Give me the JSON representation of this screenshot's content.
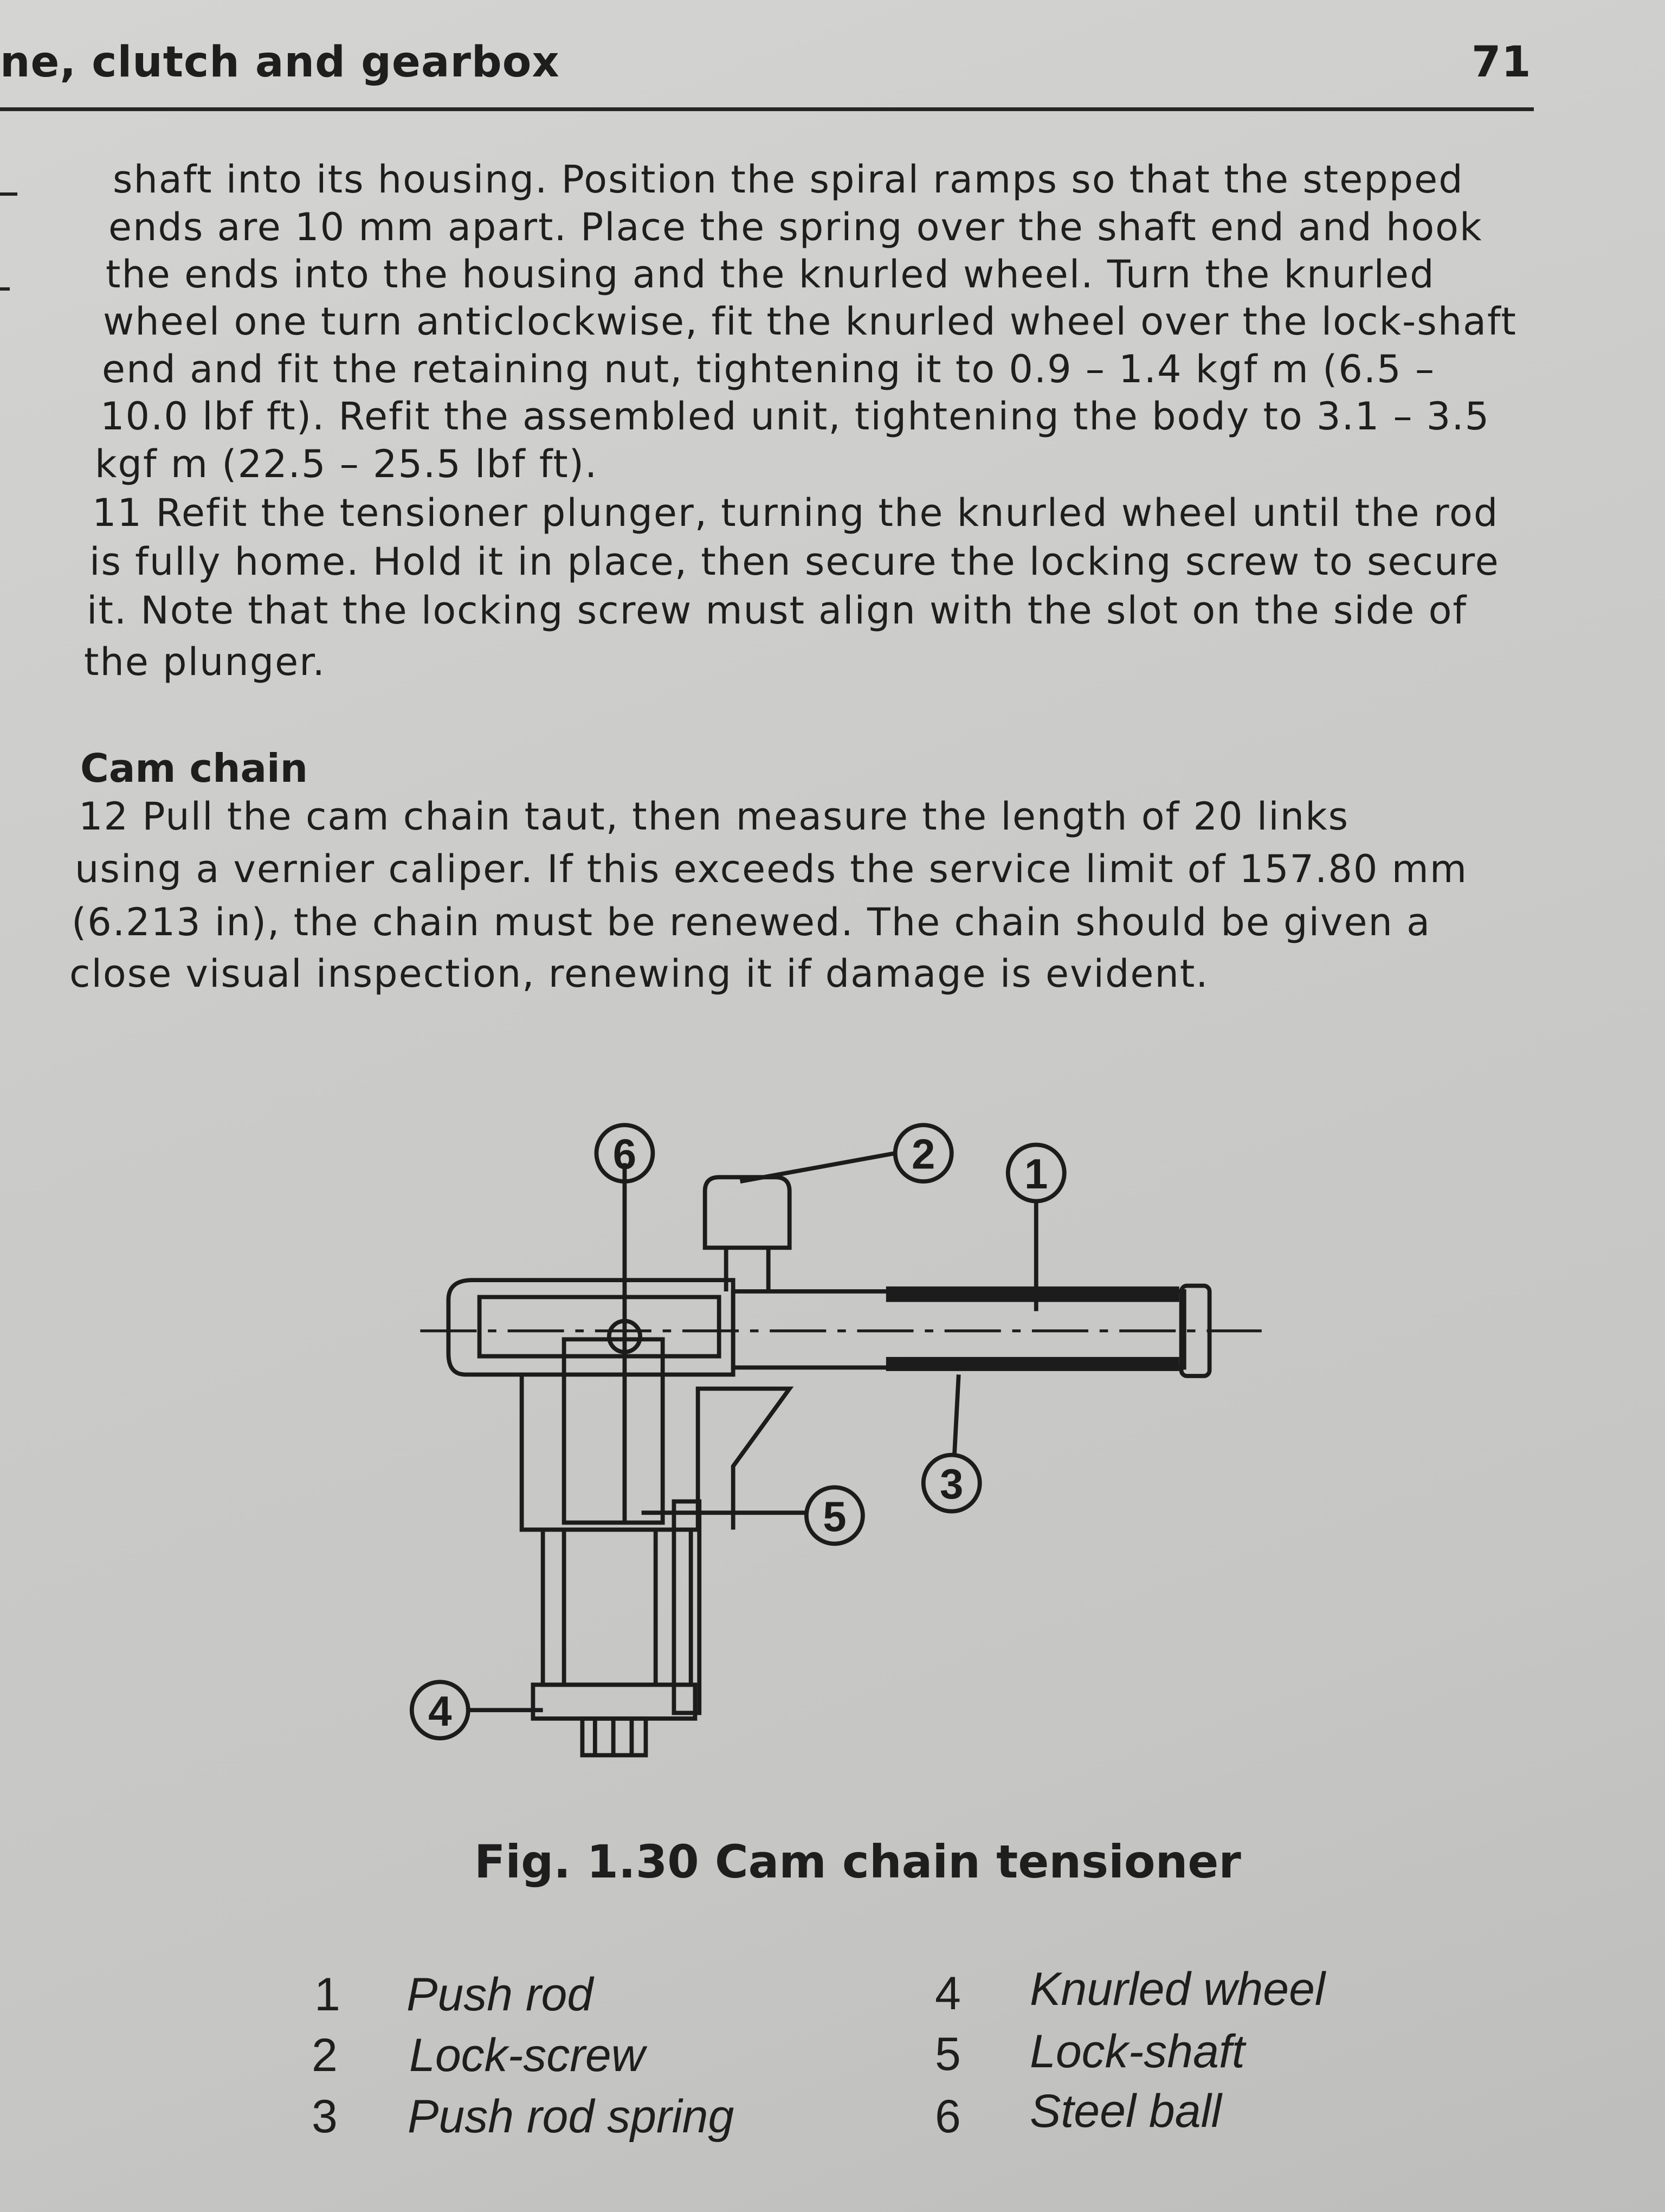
{
  "header": {
    "section": "ne, clutch and gearbox",
    "page_number": "71"
  },
  "paragraph_10_lines": [
    "shaft into its housing. Position the spiral ramps so that the stepped",
    "ends are 10 mm apart. Place the spring over the shaft end and hook",
    "the ends into the housing and the knurled wheel. Turn the knurled",
    "wheel one turn anticlockwise, fit the knurled wheel over the lock-shaft",
    "end and fit the retaining nut, tightening it to 0.9 – 1.4 kgf m (6.5 –",
    "10.0 lbf ft). Refit the assembled unit, tightening the body to 3.1 – 3.5",
    "kgf m (22.5 – 25.5 lbf ft)."
  ],
  "paragraph_11_lines": [
    "11  Refit the tensioner plunger, turning the knurled wheel until the rod",
    "is fully home. Hold it in place, then secure the locking screw to secure",
    "it. Note that the locking screw must align with the slot on the side of",
    "the plunger."
  ],
  "cam_chain": {
    "heading": "Cam chain",
    "lines": [
      "12  Pull the cam chain taut, then measure the length of 20 links",
      "using a vernier caliper. If this exceeds the service limit of 157.80 mm",
      "(6.213 in), the chain must be renewed. The chain should be given a",
      "close visual inspection, renewing it if damage is evident."
    ]
  },
  "figure": {
    "caption": "Fig. 1.30 Cam chain tensioner",
    "callouts": [
      "1",
      "2",
      "3",
      "4",
      "5",
      "6"
    ],
    "legend": [
      {
        "num": "1",
        "label": "Push rod"
      },
      {
        "num": "2",
        "label": "Lock-screw"
      },
      {
        "num": "3",
        "label": "Push rod spring"
      },
      {
        "num": "4",
        "label": "Knurled wheel"
      },
      {
        "num": "5",
        "label": "Lock-shaft"
      },
      {
        "num": "6",
        "label": "Steel ball"
      }
    ]
  }
}
